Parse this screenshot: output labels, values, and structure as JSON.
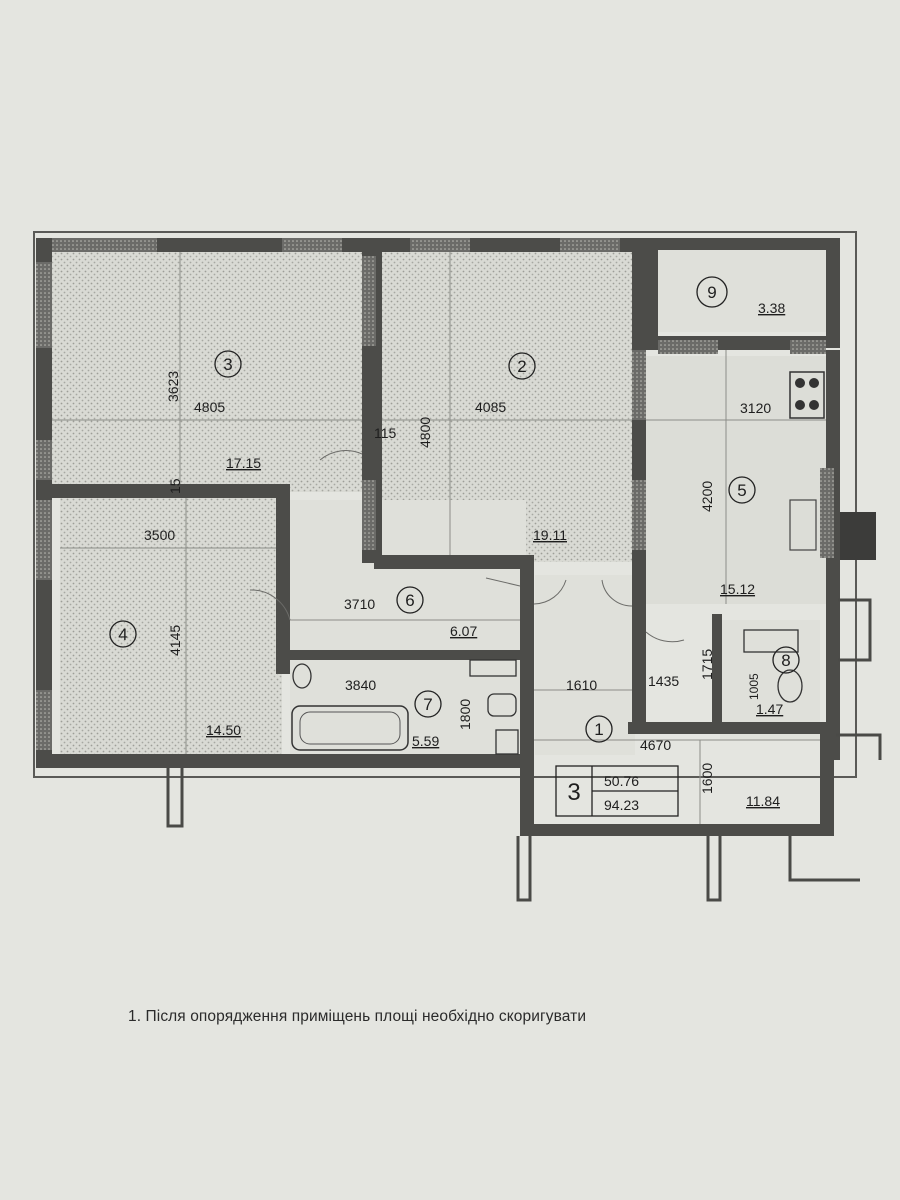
{
  "rooms": [
    {
      "number": "1",
      "area": "11.84"
    },
    {
      "number": "2",
      "area": "19.11"
    },
    {
      "number": "3",
      "area": "17.15"
    },
    {
      "number": "4",
      "area": "14.50"
    },
    {
      "number": "5",
      "area": "15.12"
    },
    {
      "number": "6",
      "area": "6.07"
    },
    {
      "number": "7",
      "area": "5.59"
    },
    {
      "number": "8",
      "area": "1.47"
    },
    {
      "number": "9",
      "area": "3.38"
    }
  ],
  "dimensions": {
    "room3_length": "4805",
    "room3_depth": "3623",
    "room2_length": "4085",
    "room2_depth": "4800",
    "partition_115": "115",
    "partition_15": "15",
    "room5_length": "3120",
    "room5_depth": "4200",
    "room4_length": "3500",
    "room4_depth": "4145",
    "room6_length": "3710",
    "room7_length": "3840",
    "room7_depth": "1800",
    "room1_width": "1610",
    "room1_length": "4670",
    "room1_depth": "1600",
    "room8_width": "1435",
    "room8_depth": "1715",
    "room8_extra": "1005"
  },
  "summary": {
    "rooms_count": "3",
    "living_area": "50.76",
    "total_area": "94.23"
  },
  "note": "1. Після опорядження приміщень площі необхідно скоригувати"
}
